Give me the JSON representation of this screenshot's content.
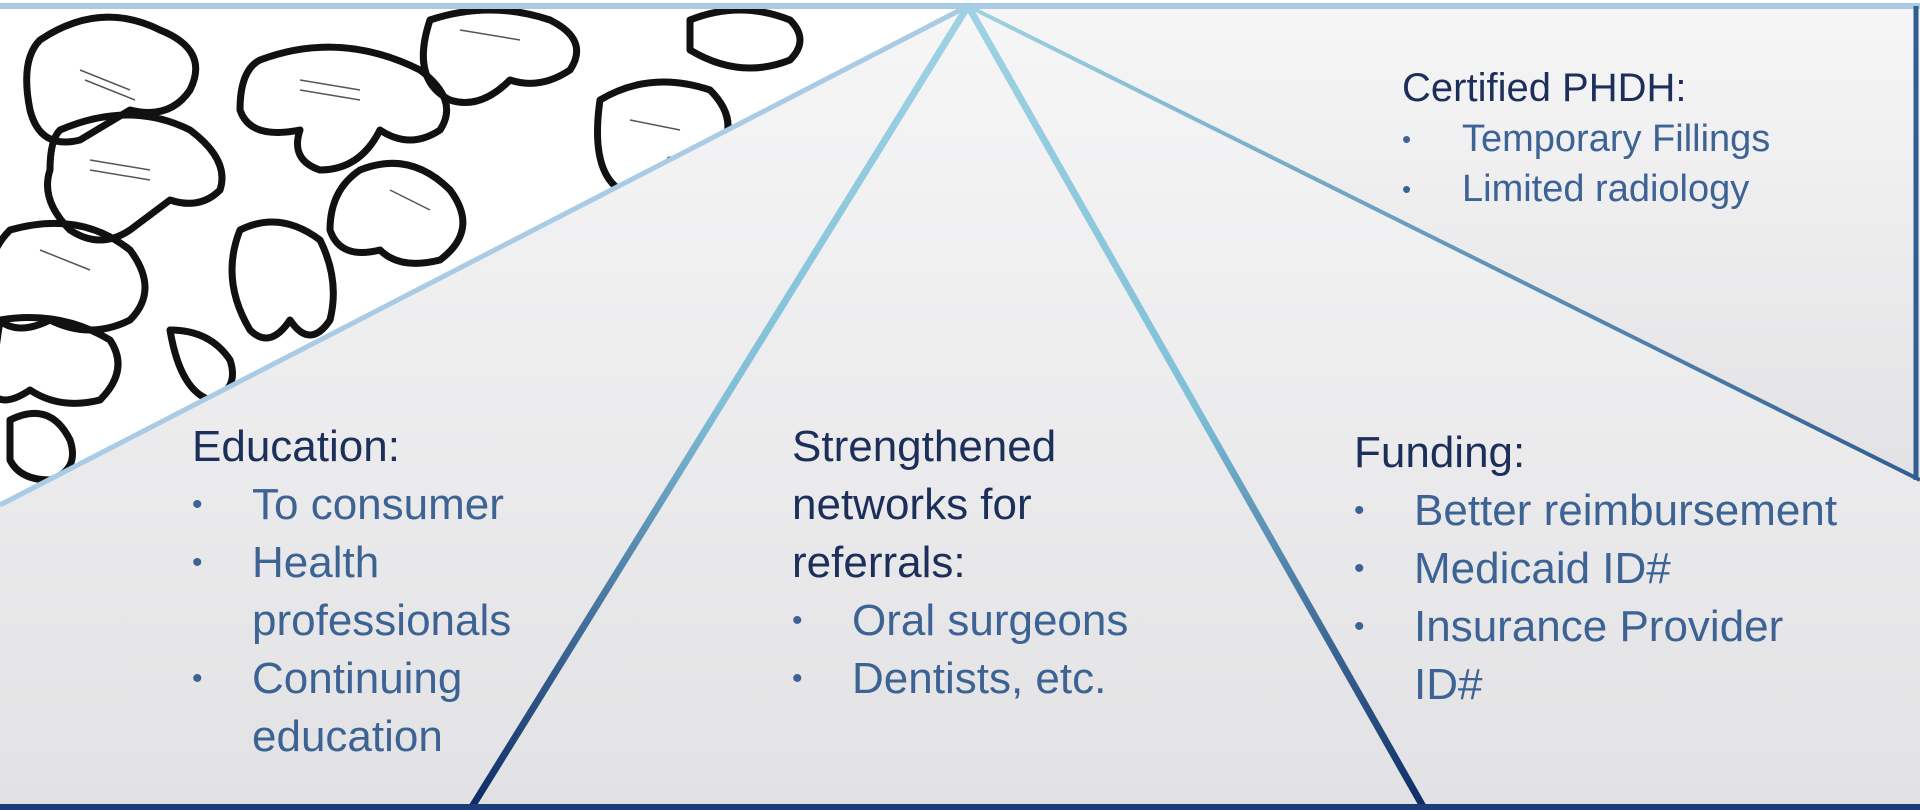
{
  "sections": {
    "education": {
      "heading": "Education:",
      "items": [
        "To consumer",
        "Health professionals",
        "Continuing education"
      ]
    },
    "networks": {
      "heading": "Strengthened networks for referrals:",
      "items": [
        "Oral surgeons",
        "Dentists, etc."
      ]
    },
    "funding": {
      "heading": "Funding:",
      "items": [
        "Better reimbursement",
        "Medicaid ID#",
        "Insurance Provider ID#"
      ]
    },
    "phdh": {
      "heading": "Certified PHDH:",
      "items": [
        "Temporary Fillings",
        "Limited radiology"
      ]
    }
  },
  "bullet_glyph": "•",
  "colors": {
    "heading": "#1c2f5a",
    "item": "#3d6394",
    "line_light": "#93cde0",
    "line_dark": "#0d2a66",
    "panel": "#e6e6e8"
  },
  "decoration": {
    "background_image": "tooth-pattern"
  }
}
